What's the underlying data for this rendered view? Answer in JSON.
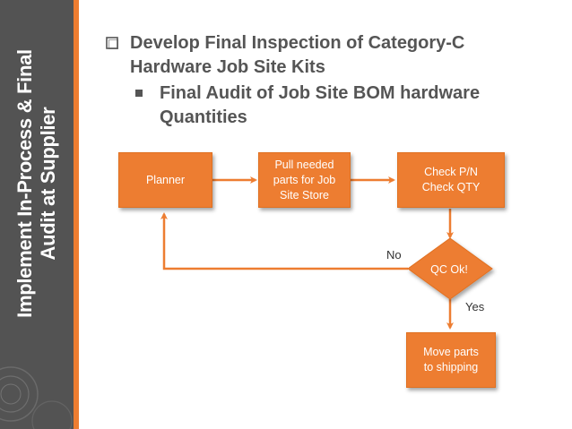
{
  "sidebar": {
    "title_line1": "Implement In-Process & Final",
    "title_line2": "Audit at Supplier",
    "accent_color": "#ED7D31",
    "background_color": "#535353"
  },
  "bullets": {
    "level1": {
      "marker": "checkbox-icon",
      "line1": "Develop Final Inspection of Category-C",
      "line2": "Hardware Job Site Kits"
    },
    "level2": {
      "marker": "square-bullet-icon",
      "line1": "Final Audit of Job Site BOM hardware",
      "line2": "Quantities"
    }
  },
  "flowchart": {
    "box_color": "#ED7D31",
    "connector_color": "#ED7D31",
    "nodes": {
      "planner": {
        "lines": [
          "Planner"
        ]
      },
      "pull_parts": {
        "lines": [
          "Pull needed",
          "parts for Job",
          "Site Store"
        ]
      },
      "check": {
        "lines": [
          "Check P/N",
          "Check QTY"
        ]
      },
      "qc": {
        "label": "QC Ok!"
      },
      "move": {
        "lines": [
          "Move parts",
          "to shipping"
        ]
      }
    },
    "edge_labels": {
      "no": "No",
      "yes": "Yes"
    }
  }
}
